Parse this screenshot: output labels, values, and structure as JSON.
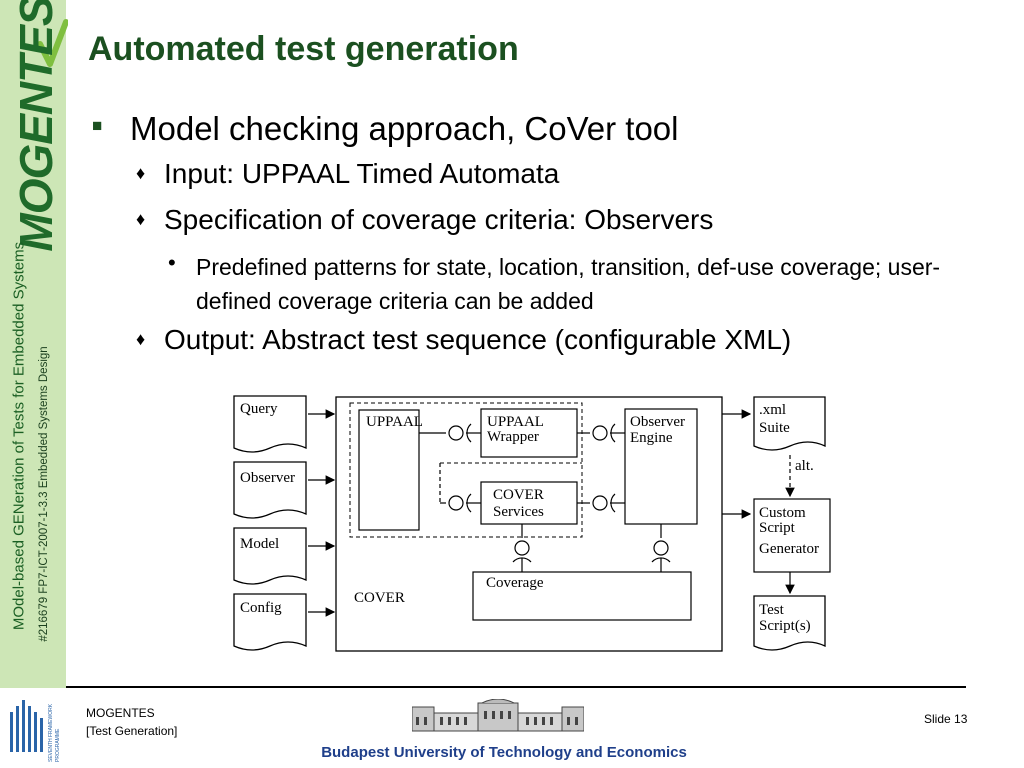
{
  "sidebar": {
    "logo": "MOGENTES",
    "line1": "MOdel-based GENeration of Tests for Embedded Systems",
    "line2": "#216679 FP7-ICT-2007-1-3.3 Embedded Systems Design"
  },
  "title": "Automated test generation",
  "bullets": {
    "main": "Model checking approach, CoVer tool",
    "input": "Input: UPPAAL Timed Automata",
    "spec": "Specification of coverage criteria: Observers",
    "predefined": "Predefined patterns for state, location, transition, def-use coverage; user-defined coverage criteria can be added",
    "output": "Output: Abstract test sequence (configurable XML)"
  },
  "diagram": {
    "inputs": [
      "Query",
      "Observer",
      "Model",
      "Config"
    ],
    "uppaal": "UPPAAL",
    "wrapper_line1": "UPPAAL",
    "wrapper_line2": "Wrapper",
    "services_line1": "COVER",
    "services_line2": "Services",
    "observer_line1": "Observer",
    "observer_line2": "Engine",
    "coverage": "Coverage",
    "cover_label": "COVER",
    "xml_line1": ".xml",
    "xml_line2": "Suite",
    "alt": "alt.",
    "gen_line1": "Custom",
    "gen_line2": "Script",
    "gen_line3": "Generator",
    "test_line1": "Test",
    "test_line2": "Script(s)"
  },
  "footer": {
    "left_line1": "MOGENTES",
    "left_line2": "[Test Generation]",
    "fp7_line1": "SEVENTH FRAMEWORK",
    "fp7_line2": "PROGRAMME",
    "slide": "Slide 13",
    "university": "Budapest University of Technology and Economics"
  },
  "colors": {
    "sidebar": "#cde6b6",
    "title": "#1b5020",
    "university": "#1f3f8a"
  },
  "icons": {
    "bullet1": "square-bullet",
    "bullet2": "diamond-bullet",
    "bullet3": "dot-bullet",
    "check": "checkmark-icon"
  }
}
